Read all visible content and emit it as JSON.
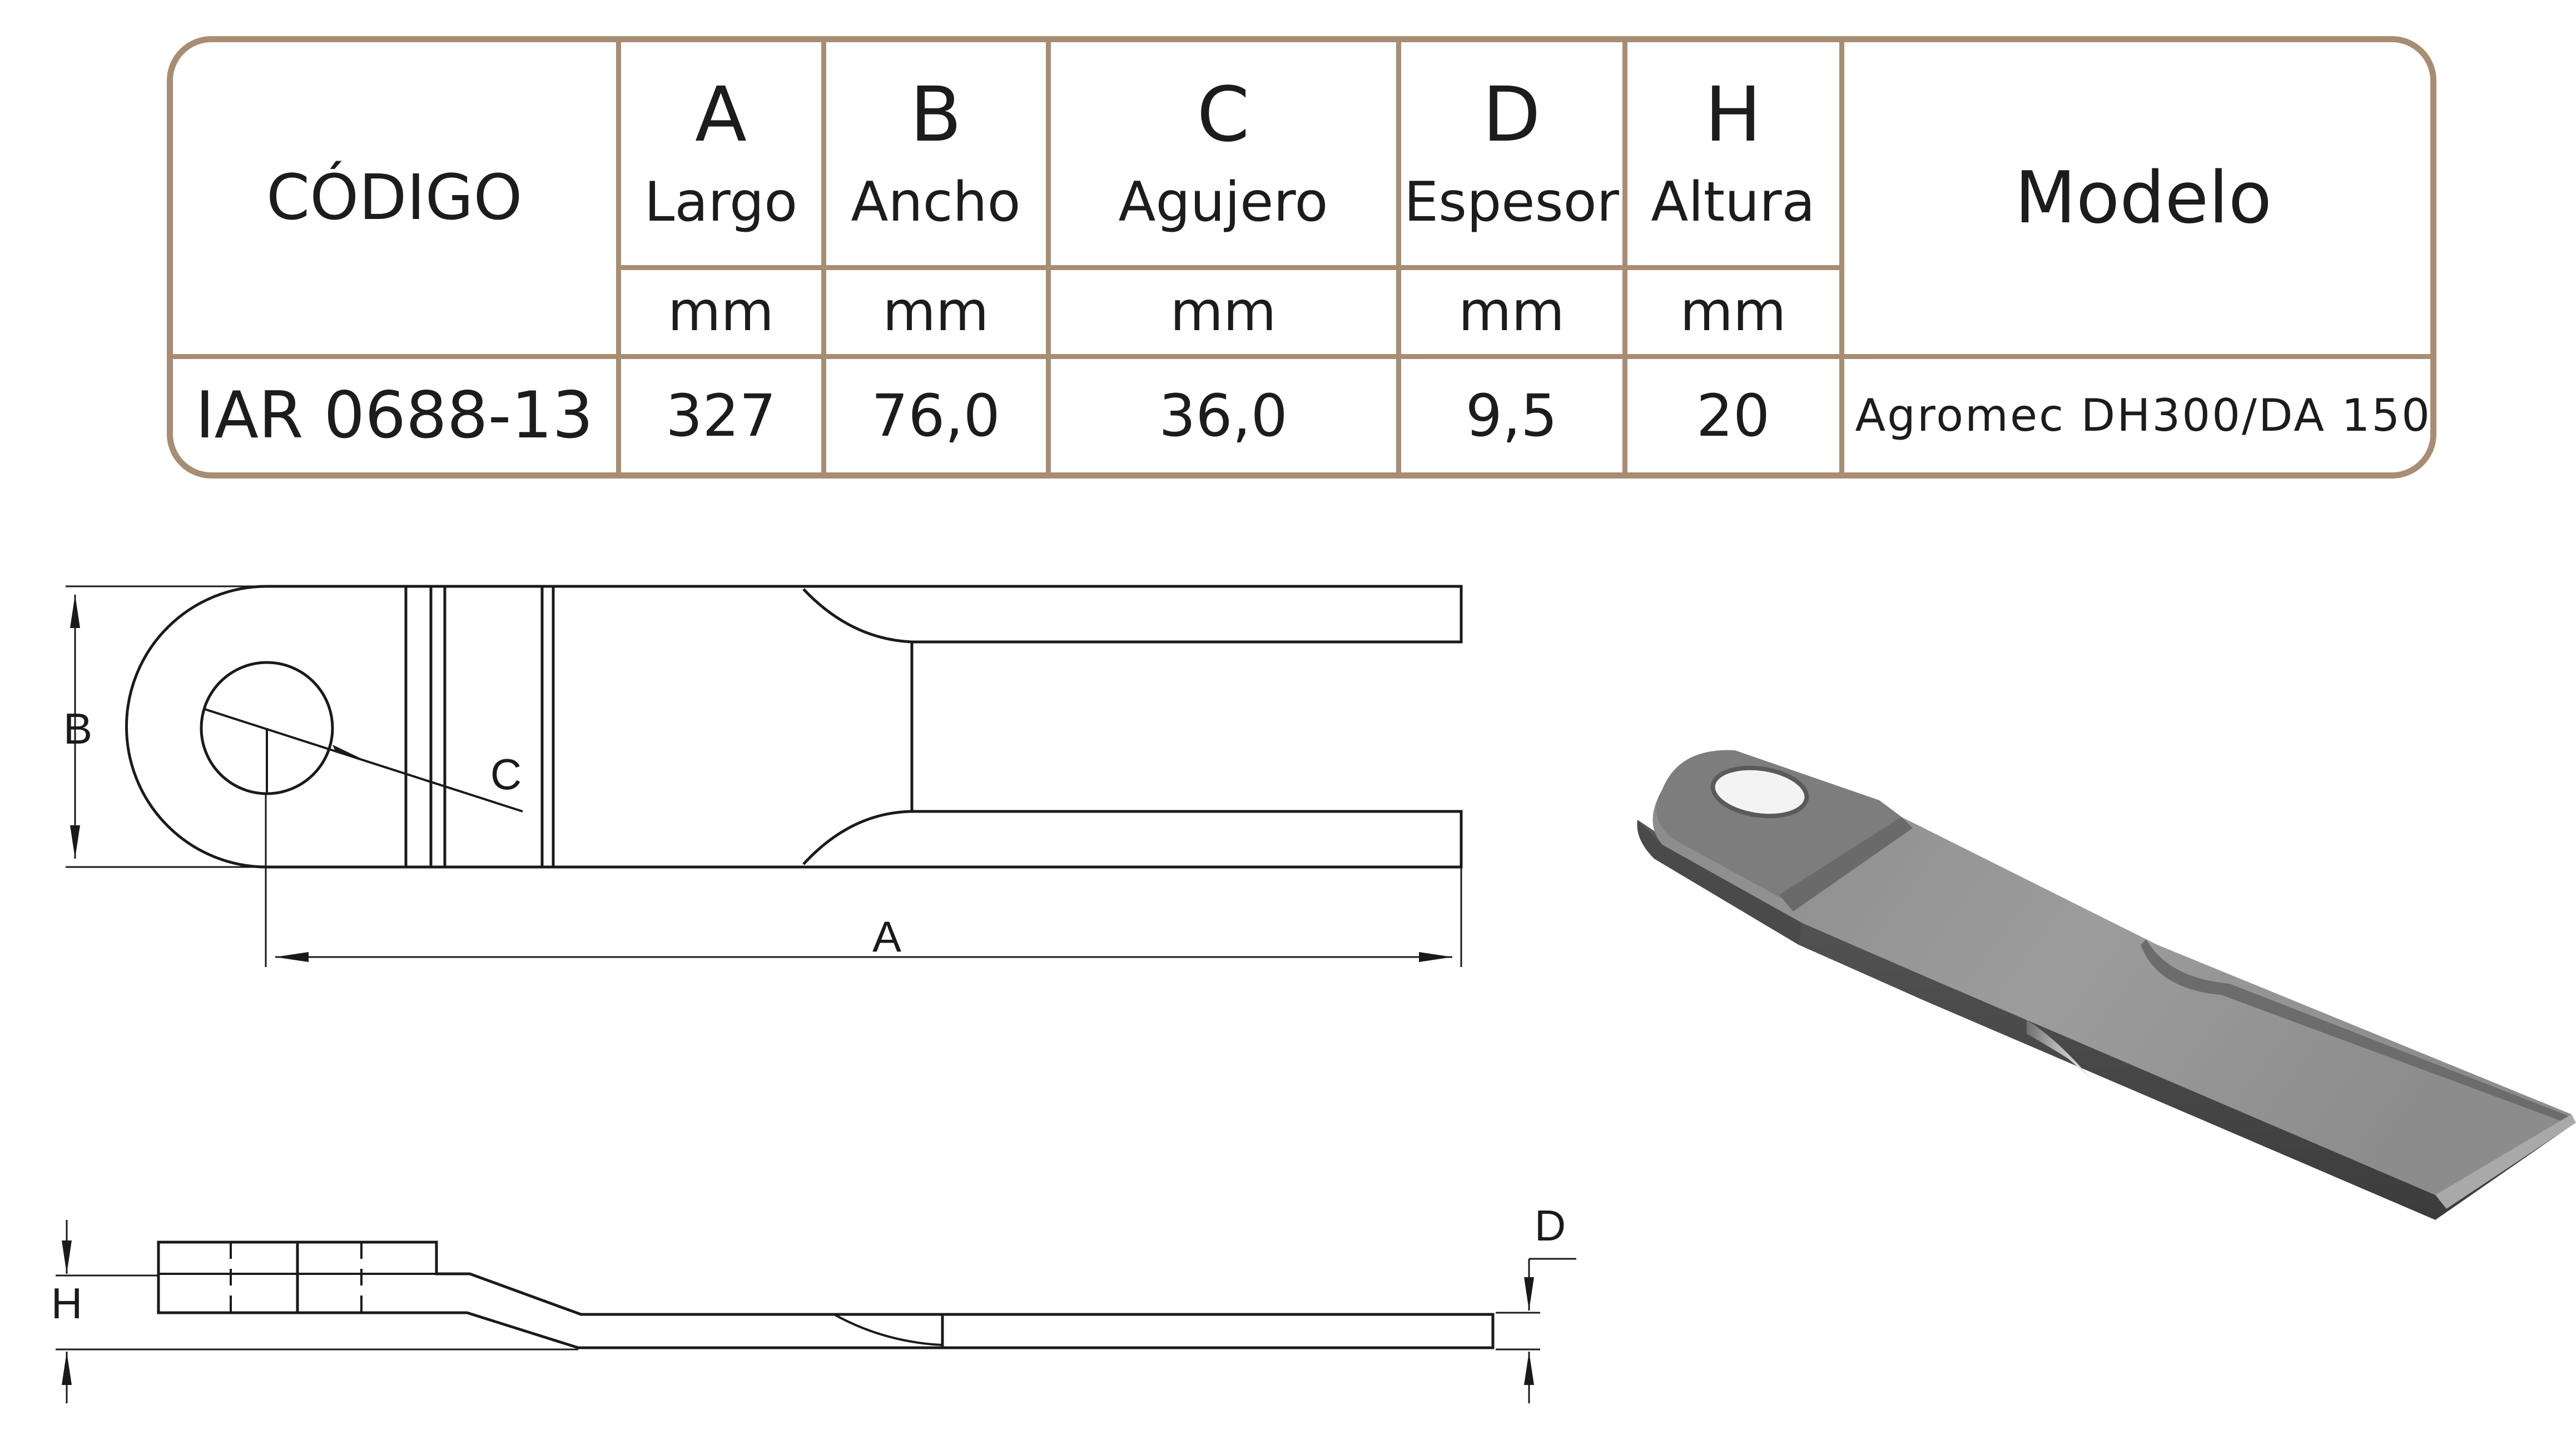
{
  "table": {
    "header": {
      "codigo": "CÓDIGO",
      "modelo": "Modelo",
      "columns": [
        {
          "letter": "A",
          "name": "Largo",
          "unit": "mm"
        },
        {
          "letter": "B",
          "name": "Ancho",
          "unit": "mm"
        },
        {
          "letter": "C",
          "name": "Agujero",
          "unit": "mm"
        },
        {
          "letter": "D",
          "name": "Espesor",
          "unit": "mm"
        },
        {
          "letter": "H",
          "name": "Altura",
          "unit": "mm"
        }
      ]
    },
    "row": {
      "codigo": "IAR 0688-13",
      "values": [
        "327",
        "76,0",
        "36,0",
        "9,5",
        "20"
      ],
      "modelo": "Agromec DH300/DA 150"
    }
  },
  "drawing": {
    "top_view": {
      "label_a": "A",
      "label_b": "B",
      "label_c": "C"
    },
    "side_view": {
      "label_h": "H",
      "label_d": "D"
    }
  },
  "colors": {
    "table_border": "#a88d73",
    "line": "#1a1a1a",
    "blade_gray": "#8e8e8e"
  }
}
